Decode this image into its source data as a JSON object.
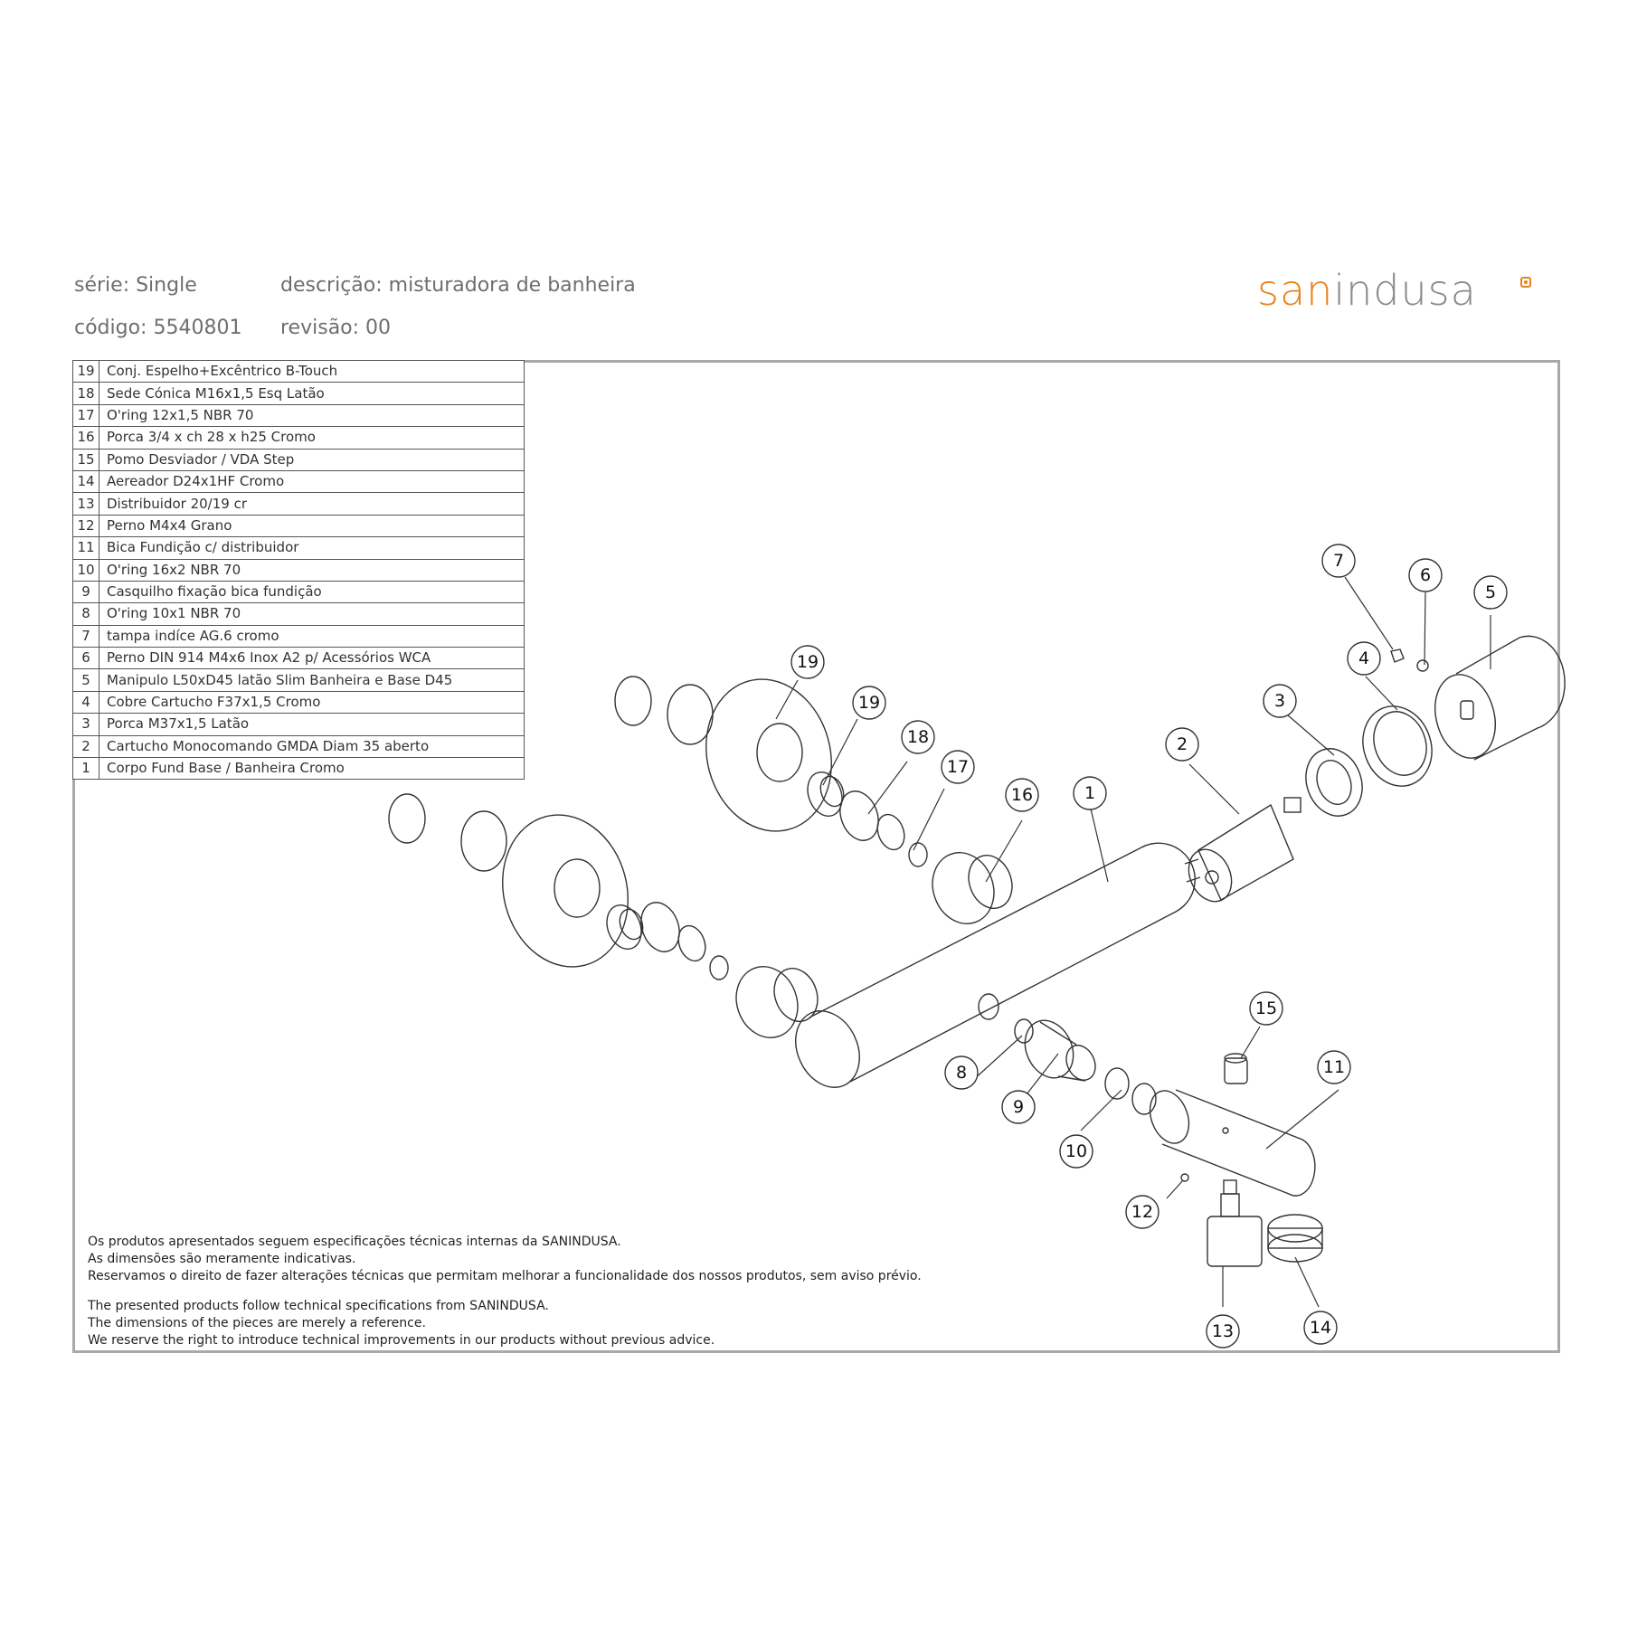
{
  "header": {
    "serie": "série: Single",
    "descricao": "descrição: misturadora de banheira",
    "codigo": "código: 5540801",
    "revisao": "revisão: 00"
  },
  "logo": {
    "part1": "san",
    "part2": "indusa"
  },
  "parts": [
    {
      "num": "19",
      "desc": "Conj. Espelho+Excêntrico B-Touch"
    },
    {
      "num": "18",
      "desc": "Sede Cónica M16x1,5 Esq Latão"
    },
    {
      "num": "17",
      "desc": "O'ring 12x1,5 NBR 70"
    },
    {
      "num": "16",
      "desc": "Porca 3/4 x ch 28 x h25 Cromo"
    },
    {
      "num": "15",
      "desc": "Pomo Desviador / VDA Step"
    },
    {
      "num": "14",
      "desc": "Aereador D24x1HF Cromo"
    },
    {
      "num": "13",
      "desc": "Distribuidor 20/19 cr"
    },
    {
      "num": "12",
      "desc": "Perno M4x4 Grano"
    },
    {
      "num": "11",
      "desc": "Bica Fundição c/ distribuidor"
    },
    {
      "num": "10",
      "desc": "O'ring 16x2 NBR 70"
    },
    {
      "num": "9",
      "desc": "Casquilho fixação bica fundição"
    },
    {
      "num": "8",
      "desc": "O'ring 10x1 NBR 70"
    },
    {
      "num": "7",
      "desc": "tampa indíce AG.6 cromo"
    },
    {
      "num": "6",
      "desc": "Perno DIN 914 M4x6 Inox A2 p/ Acessórios WCA"
    },
    {
      "num": "5",
      "desc": "Manipulo L50xD45 latão Slim Banheira e Base  D45"
    },
    {
      "num": "4",
      "desc": "Cobre Cartucho F37x1,5 Cromo"
    },
    {
      "num": "3",
      "desc": "Porca M37x1,5 Latão"
    },
    {
      "num": "2",
      "desc": "Cartucho Monocomando GMDA Diam 35 aberto"
    },
    {
      "num": "1",
      "desc": "Corpo Fund Base / Banheira Cromo"
    }
  ],
  "callouts": [
    "1",
    "2",
    "3",
    "4",
    "5",
    "6",
    "7",
    "8",
    "9",
    "10",
    "11",
    "12",
    "13",
    "14",
    "15",
    "16",
    "17",
    "18",
    "19",
    "19"
  ],
  "notes_pt": [
    "Os produtos apresentados seguem especificações técnicas internas da SANINDUSA.",
    "As dimensões são meramente indicativas.",
    "Reservamos o direito de fazer alterações técnicas que permitam melhorar a funcionalidade dos nossos produtos, sem aviso prévio."
  ],
  "notes_en": [
    "The presented products follow technical specifications from SANINDUSA.",
    "The dimensions of the pieces are merely a reference.",
    "We reserve the right to introduce technical improvements in our products without previous advice."
  ],
  "colors": {
    "brand_orange": "#e8821e",
    "brand_grey": "#8a8a8a",
    "frame": "#a8a8a8"
  }
}
